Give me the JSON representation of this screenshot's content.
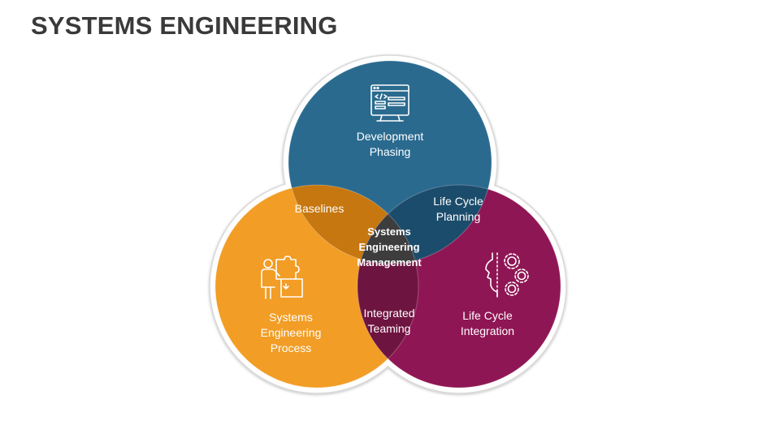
{
  "title": "SYSTEMS ENGINEERING",
  "colors": {
    "blue": "#2a6a8f",
    "orange": "#f29d25",
    "magenta": "#8f1654",
    "orange_blue_overlap": "#c67710",
    "blue_magenta_overlap": "#1c4c6b",
    "orange_magenta_overlap": "#6e1440",
    "center": "#3d3d3d"
  },
  "circles": {
    "top": {
      "line1": "Development",
      "line2": "Phasing",
      "icon": "code-monitor-icon"
    },
    "left": {
      "line1": "Systems",
      "line2": "Engineering",
      "line3": "Process",
      "icon": "person-puzzle-icon"
    },
    "right": {
      "line1": "Life Cycle",
      "line2": "Integration",
      "icon": "head-gears-icon"
    }
  },
  "overlaps": {
    "top_left": {
      "line1": "Baselines"
    },
    "top_right": {
      "line1": "Life Cycle",
      "line2": "Planning"
    },
    "left_right": {
      "line1": "Integrated",
      "line2": "Teaming"
    }
  },
  "center": {
    "line1": "Systems",
    "line2": "Engineering",
    "line3": "Management"
  }
}
